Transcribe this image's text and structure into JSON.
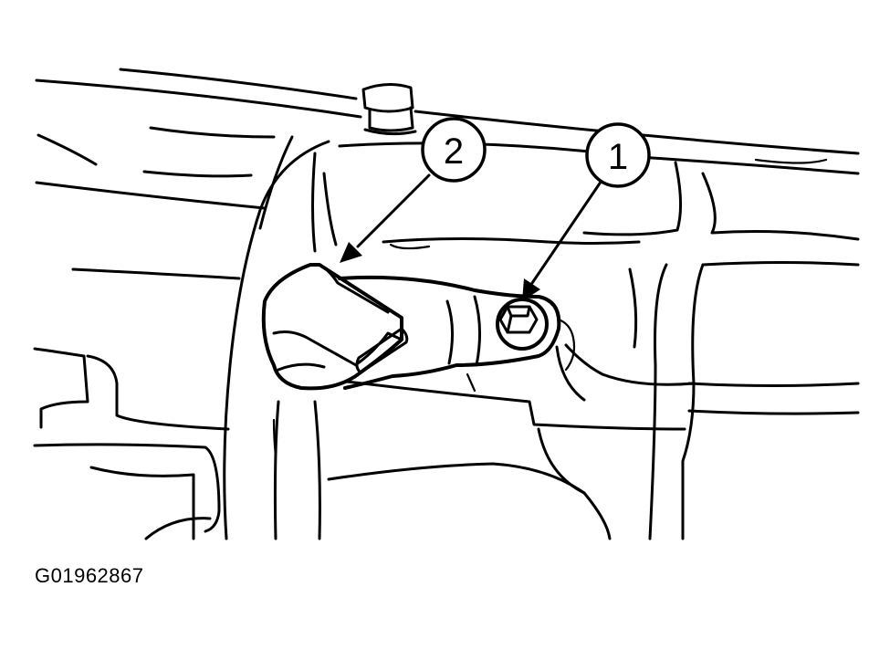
{
  "figure": {
    "id": "G01962867"
  },
  "callouts": [
    {
      "number": "1"
    },
    {
      "number": "2"
    }
  ]
}
